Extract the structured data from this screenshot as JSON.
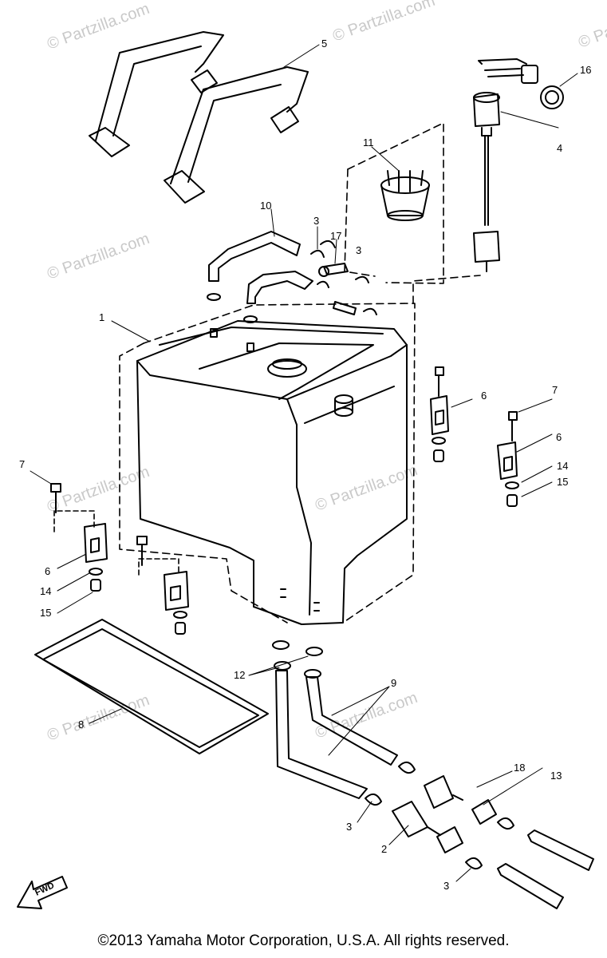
{
  "watermark": "© Partzilla.com",
  "copyright": "©2013  Yamaha Motor Corporation, U.S.A. All rights reserved.",
  "fwd_label": "FWD",
  "callouts": [
    "1",
    "2",
    "3",
    "3",
    "3",
    "3",
    "4",
    "5",
    "6",
    "6",
    "6",
    "7",
    "7",
    "8",
    "9",
    "10",
    "11",
    "12",
    "13",
    "14",
    "14",
    "15",
    "15",
    "16",
    "17",
    "18"
  ]
}
